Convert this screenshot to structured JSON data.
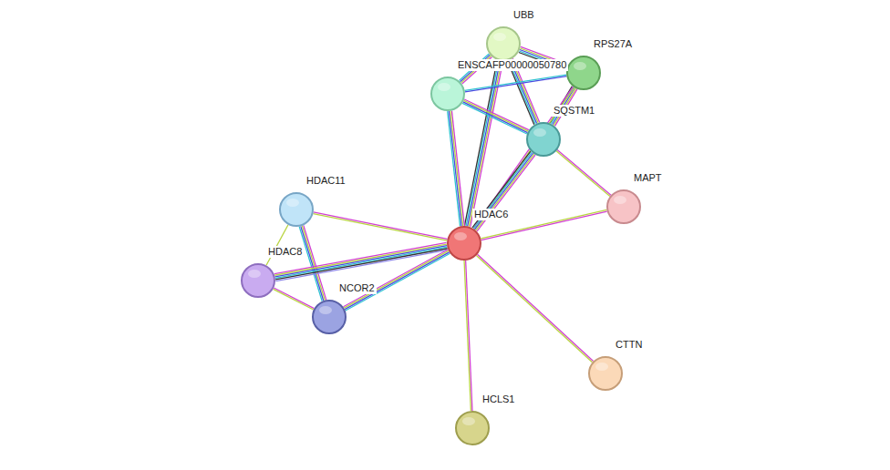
{
  "diagram": {
    "nodes": [
      {
        "text": [
          "UBB"
        ]
      },
      {
        "text": [
          "RPS27A"
        ]
      },
      {
        "text": [
          "ENSCAFP00000050780"
        ]
      },
      {
        "text": [
          "SQSTM1"
        ]
      },
      {
        "text": [
          "HDAC11"
        ]
      },
      {
        "text": [
          "MAPT"
        ]
      },
      {
        "text": [
          "HDAC6"
        ]
      },
      {
        "text": [
          "HDAC8"
        ]
      },
      {
        "text": [
          "NCOR2"
        ]
      },
      {
        "text": [
          "CTTN"
        ]
      },
      {
        "text": [
          "HCLS1"
        ]
      }
    ],
    "edges": [
      {
        "from": 0,
        "to": 1,
        "arrow": "none"
      },
      {
        "from": 0,
        "to": 2,
        "arrow": "none"
      },
      {
        "from": 0,
        "to": 3,
        "arrow": "none"
      },
      {
        "from": 0,
        "to": 6,
        "arrow": "none"
      },
      {
        "from": 1,
        "to": 2,
        "arrow": "none"
      },
      {
        "from": 1,
        "to": 3,
        "arrow": "none"
      },
      {
        "from": 1,
        "to": 6,
        "arrow": "none"
      },
      {
        "from": 2,
        "to": 3,
        "arrow": "none"
      },
      {
        "from": 2,
        "to": 6,
        "arrow": "none"
      },
      {
        "from": 3,
        "to": 6,
        "arrow": "none"
      },
      {
        "from": 3,
        "to": 5,
        "arrow": "none"
      },
      {
        "from": 5,
        "to": 6,
        "arrow": "none"
      },
      {
        "from": 4,
        "to": 6,
        "arrow": "none"
      },
      {
        "from": 4,
        "to": 7,
        "arrow": "none"
      },
      {
        "from": 4,
        "to": 8,
        "arrow": "none"
      },
      {
        "from": 7,
        "to": 6,
        "arrow": "none"
      },
      {
        "from": 7,
        "to": 8,
        "arrow": "none"
      },
      {
        "from": 8,
        "to": 6,
        "arrow": "none"
      },
      {
        "from": 6,
        "to": 9,
        "arrow": "none"
      },
      {
        "from": 6,
        "to": 10,
        "arrow": "none"
      }
    ]
  }
}
